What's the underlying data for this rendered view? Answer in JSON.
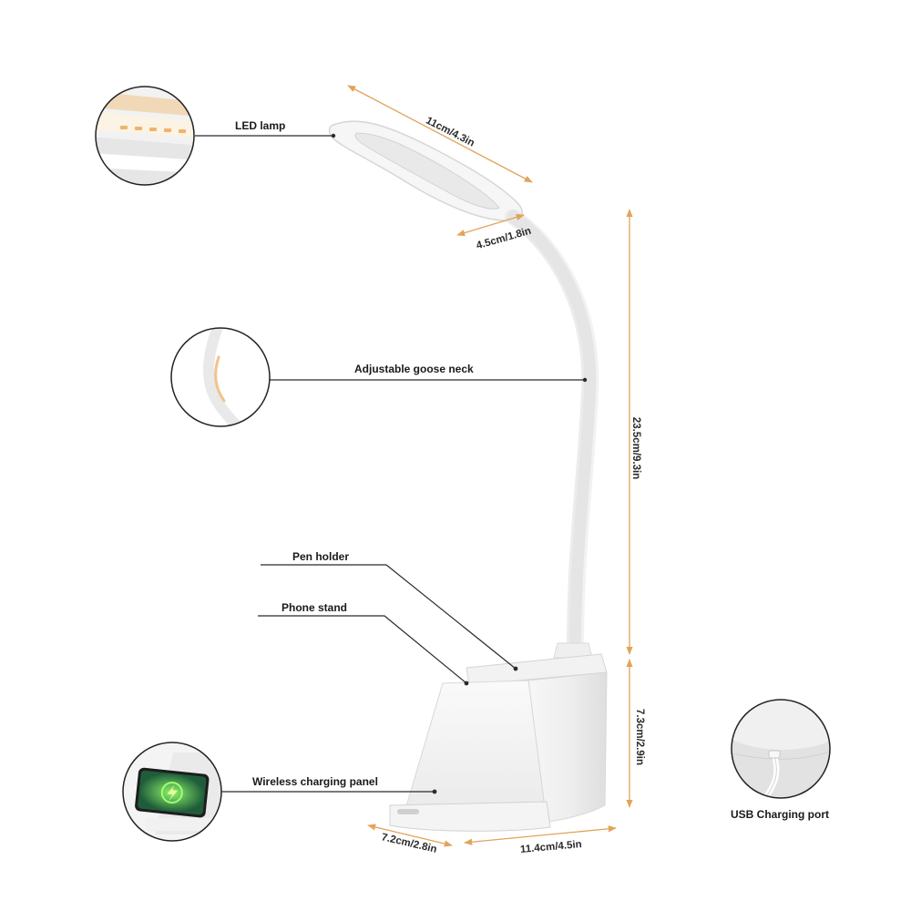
{
  "colors": {
    "dimension_arrow": "#e2a35b",
    "leader_line": "#2b2b2b",
    "product_body": "#f4f4f4",
    "product_shadow": "#dcdcdc",
    "circle_border": "#222222",
    "charging_glow": "#6ee36a"
  },
  "callouts": {
    "led_lamp": "LED lamp",
    "goose_neck": "Adjustable goose neck",
    "pen_holder": "Pen holder",
    "phone_stand": "Phone stand",
    "wireless_panel": "Wireless charging panel",
    "usb_port": "USB Charging port"
  },
  "dimensions": {
    "lamp_length": "11cm/4.3in",
    "lamp_width": "4.5cm/1.8in",
    "neck_height": "23.5cm/9.3in",
    "base_height": "7.3cm/2.9in",
    "base_depth": "7.2cm/2.8in",
    "base_width": "11.4cm/4.5in"
  },
  "icons": {
    "led_detail": "led-strip-detail-icon",
    "neck_detail": "goose-neck-detail-icon",
    "wireless_detail": "wireless-charging-phone-icon",
    "usb_detail": "usb-port-detail-icon"
  }
}
